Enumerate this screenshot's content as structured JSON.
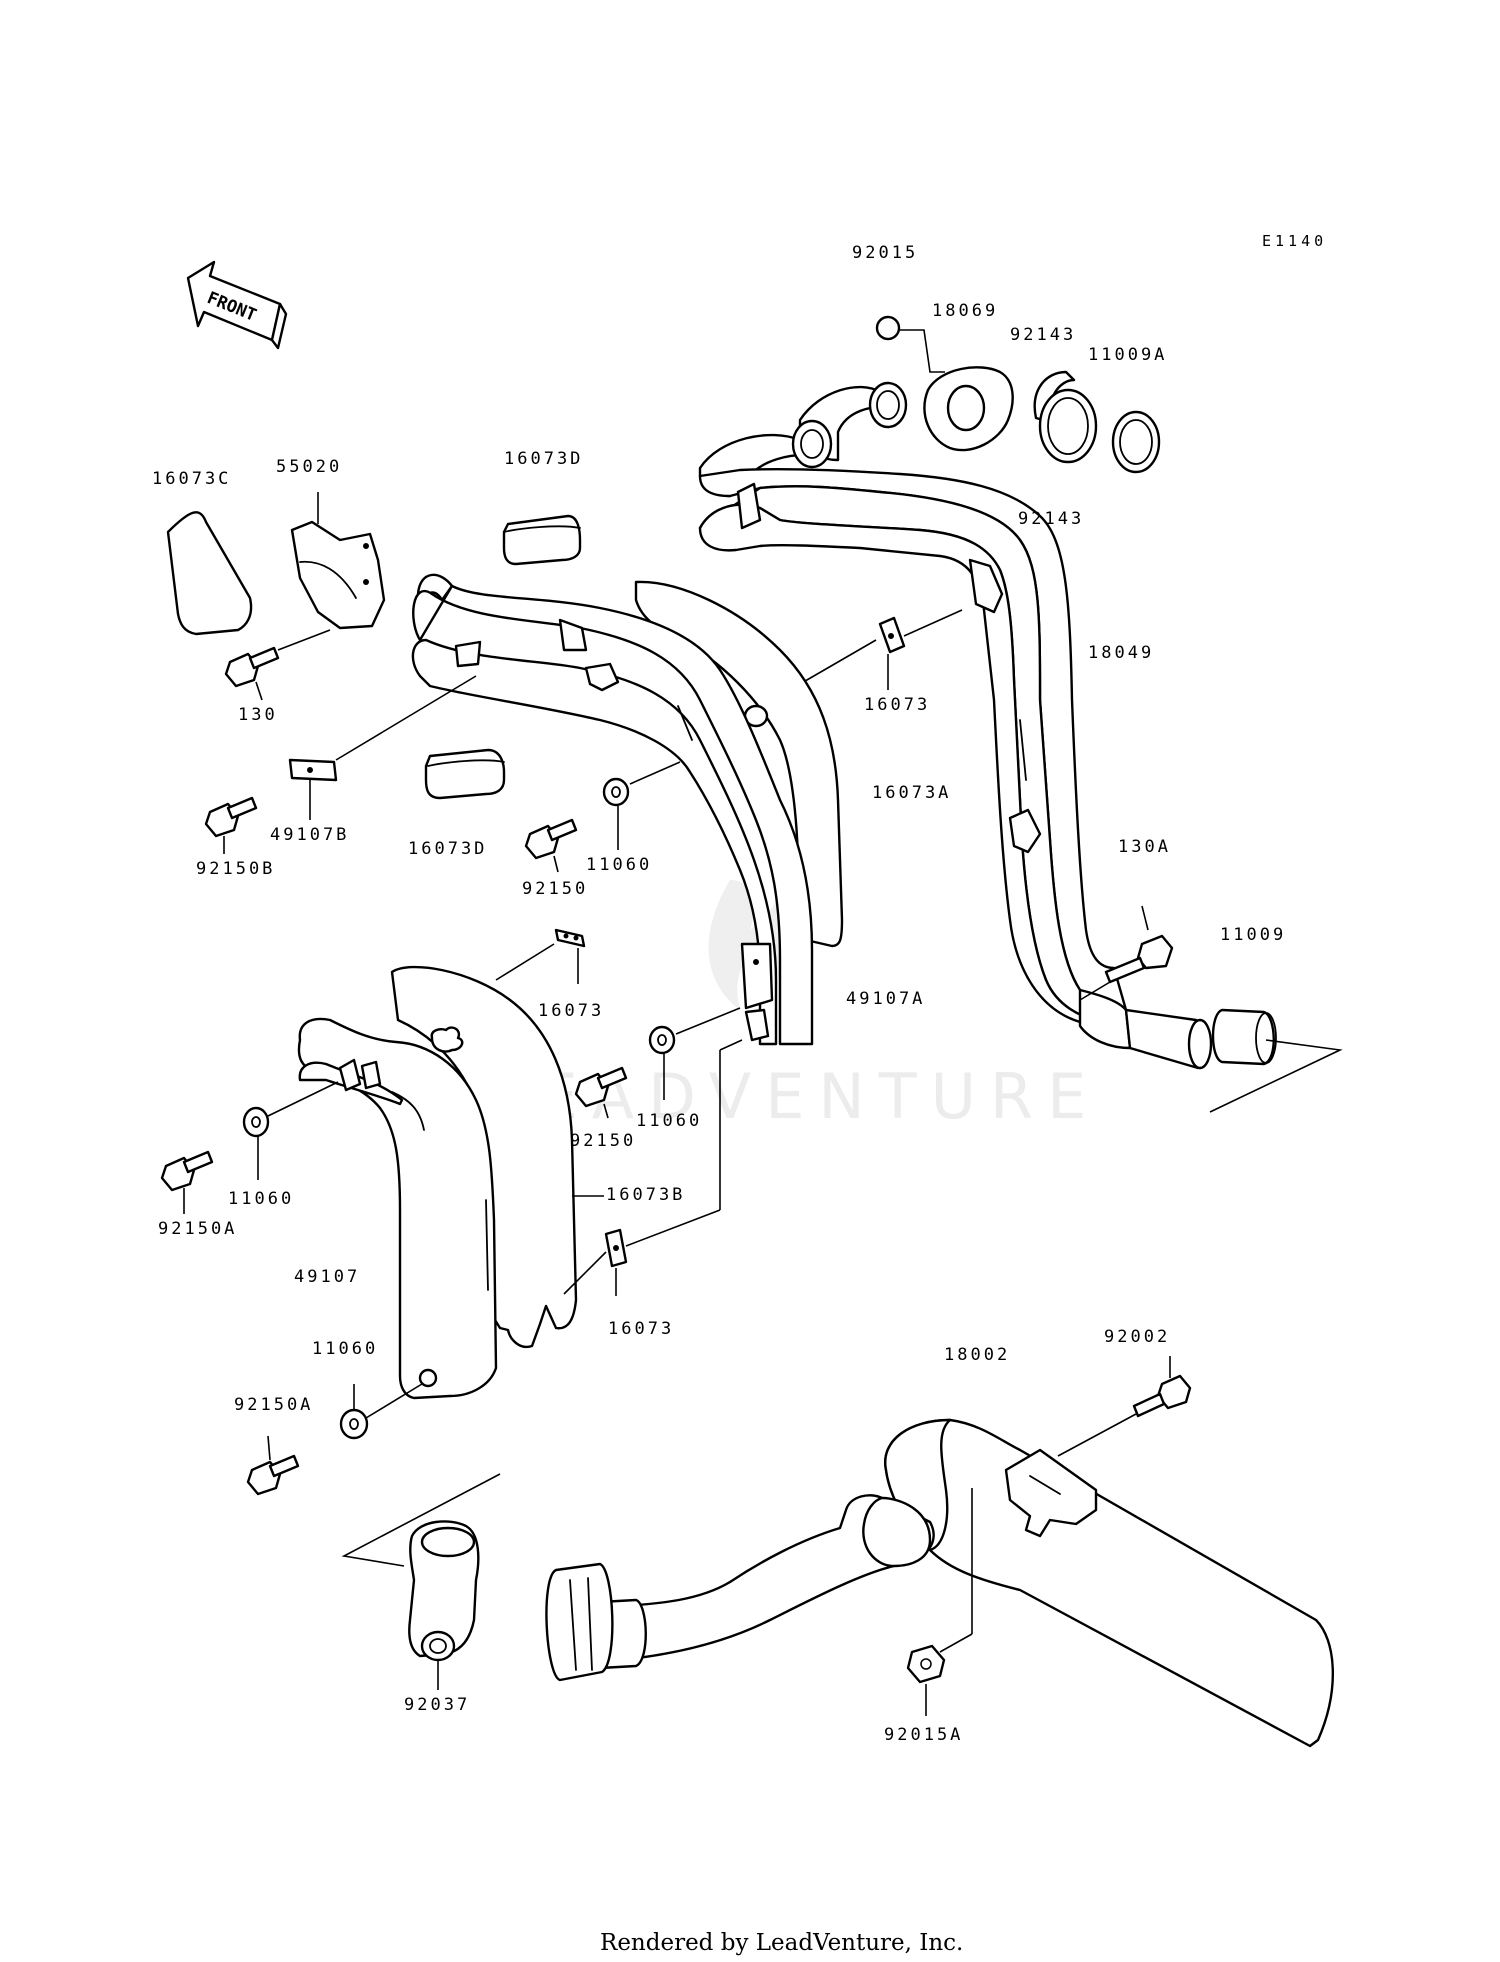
{
  "diagram_code": "E1140",
  "front_arrow_label": "FRONT",
  "watermark": "LEADVENTURE",
  "footer_text": "Rendered by LeadVenture, Inc.",
  "labels": {
    "p92015": "92015",
    "p18069": "18069",
    "p92143_top": "92143",
    "p11009A": "11009A",
    "p92143_bottom": "92143",
    "p16073C": "16073C",
    "p55020": "55020",
    "p16073D_top": "16073D",
    "p130": "130",
    "p18049": "18049",
    "p16073_right": "16073",
    "p49107B": "49107B",
    "p16073D_mid": "16073D",
    "p92150B": "92150B",
    "p16073A": "16073A",
    "p11060_mid": "11060",
    "p92150_mid": "92150",
    "p130A": "130A",
    "p11009": "11009",
    "p16073_mid": "16073",
    "p49107A": "49107A",
    "p11060_center": "11060",
    "p92150_center": "92150",
    "p11060_left": "11060",
    "p92150A_left": "92150A",
    "p16073B": "16073B",
    "p49107": "49107",
    "p16073_low": "16073",
    "p11060_low": "11060",
    "p92150A_low": "92150A",
    "p18002": "18002",
    "p92002": "92002",
    "p92037": "92037",
    "p92015A": "92015A"
  }
}
